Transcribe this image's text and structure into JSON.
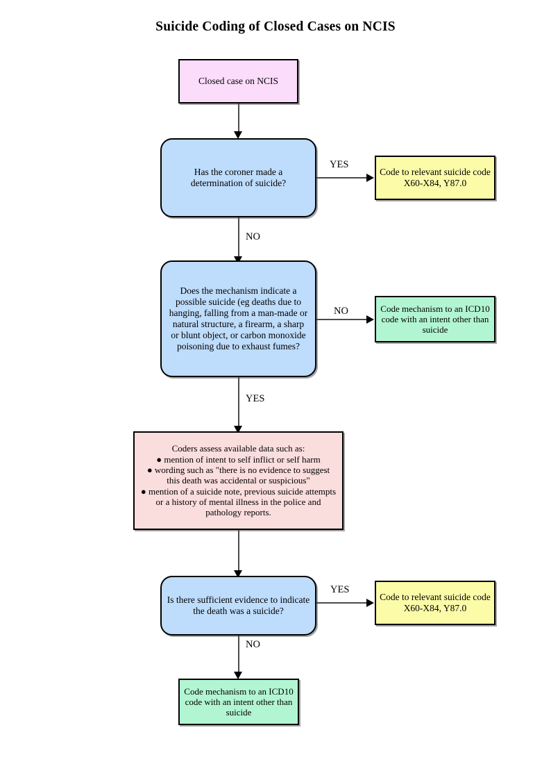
{
  "chart_data": {
    "type": "diagram",
    "title": "Suicide Coding of Closed Cases on NCIS",
    "diagram_kind": "flowchart",
    "nodes": [
      {
        "id": "start",
        "shape": "rectangle",
        "color": "#fbdcfb",
        "text": "Closed case on NCIS"
      },
      {
        "id": "d1",
        "shape": "rounded-rectangle",
        "color": "#bedcfb",
        "text": "Has the coroner made a\ndetermination of suicide?"
      },
      {
        "id": "yellow1",
        "shape": "rectangle",
        "color": "#fbfba8",
        "text": "Code to relevant suicide code\nX60-X84, Y87.0"
      },
      {
        "id": "d2",
        "shape": "rounded-rectangle",
        "color": "#bedcfb",
        "text": "Does the mechanism indicate a\npossible suicide (eg deaths due to\nhanging, falling from a man-made or\nnatural structure, a firearm, a sharp\nor blunt object, or carbon monoxide\npoisoning due to exhaust fumes?"
      },
      {
        "id": "green1",
        "shape": "rectangle",
        "color": "#b2f5d2",
        "text": "Code mechanism to an ICD10\ncode with an intent other than\nsuicide"
      },
      {
        "id": "process",
        "shape": "rectangle",
        "color": "#fadddd",
        "text": "Coders assess available data such as:\n● mention of intent to self inflict or self harm\n● wording such as \"there is no evidence to suggest\nthis death was accidental or suspicious\"\n● mention of a suicide note, previous suicide attempts\nor a history of mental illness in the police and\npathology reports."
      },
      {
        "id": "d3",
        "shape": "rounded-rectangle",
        "color": "#bedcfb",
        "text": "Is there sufficient evidence to indicate\nthe death was a suicide?"
      },
      {
        "id": "yellow2",
        "shape": "rectangle",
        "color": "#fbfba8",
        "text": "Code to relevant suicide code\nX60-X84, Y87.0"
      },
      {
        "id": "green2",
        "shape": "rectangle",
        "color": "#b2f5d2",
        "text": "Code mechanism to an ICD10\ncode with an intent other than\nsuicide"
      }
    ],
    "edges": [
      {
        "from": "start",
        "to": "d1",
        "label": ""
      },
      {
        "from": "d1",
        "to": "yellow1",
        "label": "YES"
      },
      {
        "from": "d1",
        "to": "d2",
        "label": "NO"
      },
      {
        "from": "d2",
        "to": "green1",
        "label": "NO"
      },
      {
        "from": "d2",
        "to": "process",
        "label": "YES"
      },
      {
        "from": "process",
        "to": "d3",
        "label": ""
      },
      {
        "from": "d3",
        "to": "yellow2",
        "label": "YES"
      },
      {
        "from": "d3",
        "to": "green2",
        "label": "NO"
      }
    ],
    "colors": {
      "start": "#fbdcfb",
      "decision": "#bedcfb",
      "terminal_suicide": "#fbfba8",
      "terminal_other": "#b2f5d2",
      "process": "#fadddd",
      "border": "#000000",
      "edge": "#4a4a4a",
      "background": "#ffffff"
    }
  },
  "title": "Suicide Coding of Closed Cases on NCIS",
  "nodes": {
    "start": {
      "text": "Closed case on NCIS"
    },
    "d1": {
      "text": "Has the coroner made a\ndetermination of suicide?"
    },
    "yellow1": {
      "text": "Code to relevant suicide code\nX60-X84, Y87.0"
    },
    "d2": {
      "text": "Does the mechanism indicate a\npossible suicide (eg deaths due to\nhanging, falling from a man-made or\nnatural structure, a firearm, a sharp\nor blunt object, or carbon monoxide\npoisoning due to exhaust fumes?"
    },
    "green1": {
      "text": "Code mechanism to an ICD10\ncode with an intent other than\nsuicide"
    },
    "process": {
      "text": "Coders assess available data such as:\n● mention of intent to self inflict or self harm\n● wording such as \"there is no evidence to suggest\nthis death was accidental or suspicious\"\n● mention of a suicide note, previous suicide attempts\nor a history of mental illness in the police and\npathology reports."
    },
    "d3": {
      "text": "Is there sufficient evidence to indicate\nthe death was a suicide?"
    },
    "yellow2": {
      "text": "Code to relevant suicide code\nX60-X84, Y87.0"
    },
    "green2": {
      "text": "Code mechanism to an ICD10\ncode with an intent other than\nsuicide"
    }
  },
  "labels": {
    "d1_yes": "YES",
    "d1_no": "NO",
    "d2_no": "NO",
    "d2_yes": "YES",
    "d3_yes": "YES",
    "d3_no": "NO"
  }
}
